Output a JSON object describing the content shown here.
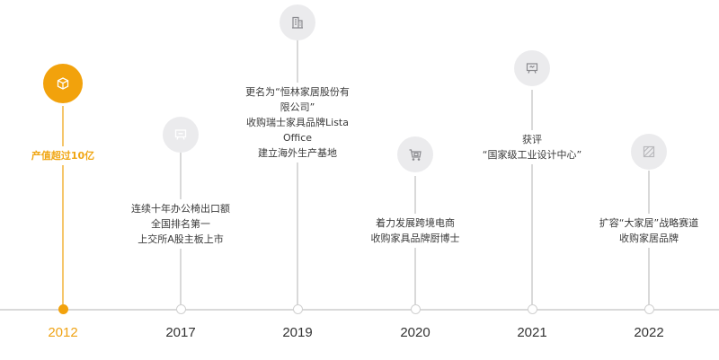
{
  "accent_color": "#f2a20c",
  "milestones": [
    {
      "year": "2012",
      "icon": "cube-icon",
      "active": true,
      "lines": [
        "产值超过10亿"
      ]
    },
    {
      "year": "2017",
      "icon": "presentation-board-icon",
      "active": false,
      "lines": [
        "连续十年办公椅出口额",
        "全国排名第一",
        "上交所A股主板上市"
      ]
    },
    {
      "year": "2019",
      "icon": "building-icon",
      "active": false,
      "lines": [
        "更名为“恒林家居股份有",
        "限公司”",
        "收购瑞士家具品牌Lista",
        "Office",
        "建立海外生产基地"
      ]
    },
    {
      "year": "2020",
      "icon": "shopping-cart-icon",
      "active": false,
      "lines": [
        "着力发展跨境电商",
        "收购家具品牌厨博士"
      ]
    },
    {
      "year": "2021",
      "icon": "presentation-board-icon",
      "active": false,
      "lines": [
        "获评",
        "“国家级工业设计中心”"
      ]
    },
    {
      "year": "2022",
      "icon": "striped-square-icon",
      "active": false,
      "lines": [
        "扩容“大家居”战略赛道",
        "收购家居品牌"
      ]
    }
  ]
}
